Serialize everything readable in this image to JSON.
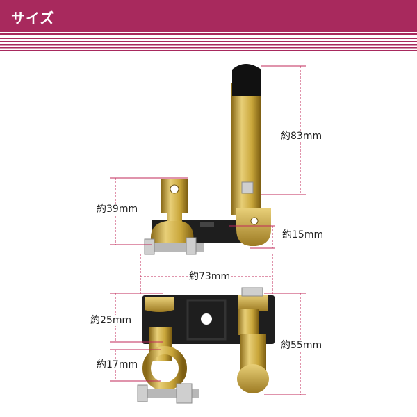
{
  "header": {
    "title": "サイズ"
  },
  "dimensions": {
    "height_total": "約83mm",
    "height_bracket": "約39mm",
    "height_base": "約15mm",
    "width_base": "約73mm",
    "height_front": "約25mm",
    "height_overall_front": "約55mm",
    "clamp_diameter": "約17mm"
  },
  "colors": {
    "header": "#a8295d",
    "stripe": "#a8295d",
    "dimension_line": "#c0285a",
    "brass": "#c9a63a",
    "body": "#1e1e1e"
  }
}
